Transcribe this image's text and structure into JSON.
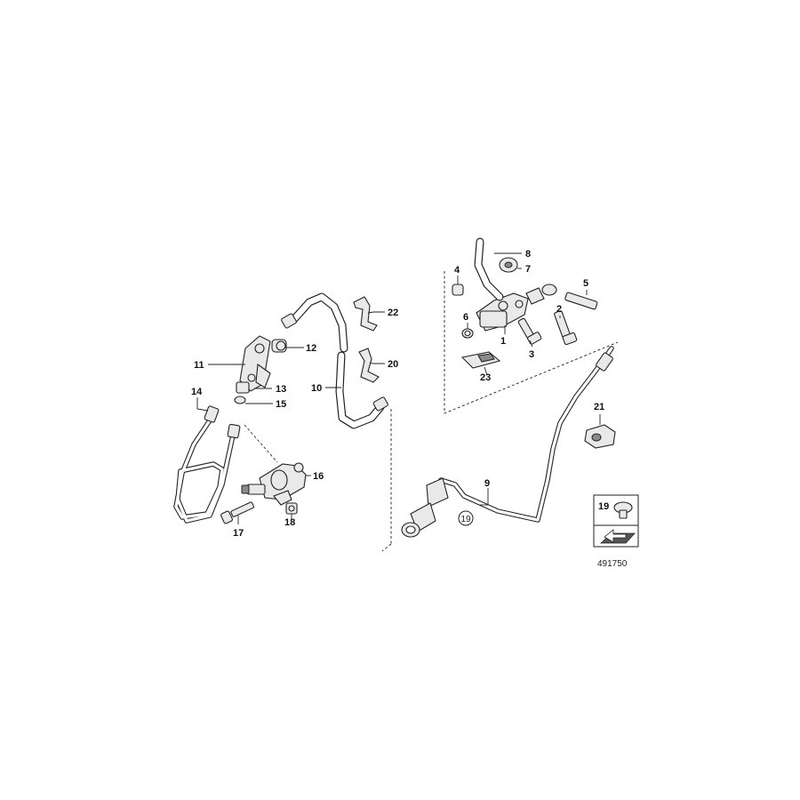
{
  "diagram": {
    "callouts": {
      "c1": "1",
      "c2": "2",
      "c3": "3",
      "c4": "4",
      "c5": "5",
      "c6": "6",
      "c7": "7",
      "c8": "8",
      "c9": "9",
      "c10": "10",
      "c11": "11",
      "c12": "12",
      "c13": "13",
      "c14": "14",
      "c15": "15",
      "c16": "16",
      "c17": "17",
      "c18": "18",
      "c19": "19",
      "c20": "20",
      "c21": "21",
      "c22": "22",
      "c23": "23"
    },
    "circled_ref": "19",
    "legend": {
      "number": "19"
    },
    "drawing_id": "491750"
  }
}
